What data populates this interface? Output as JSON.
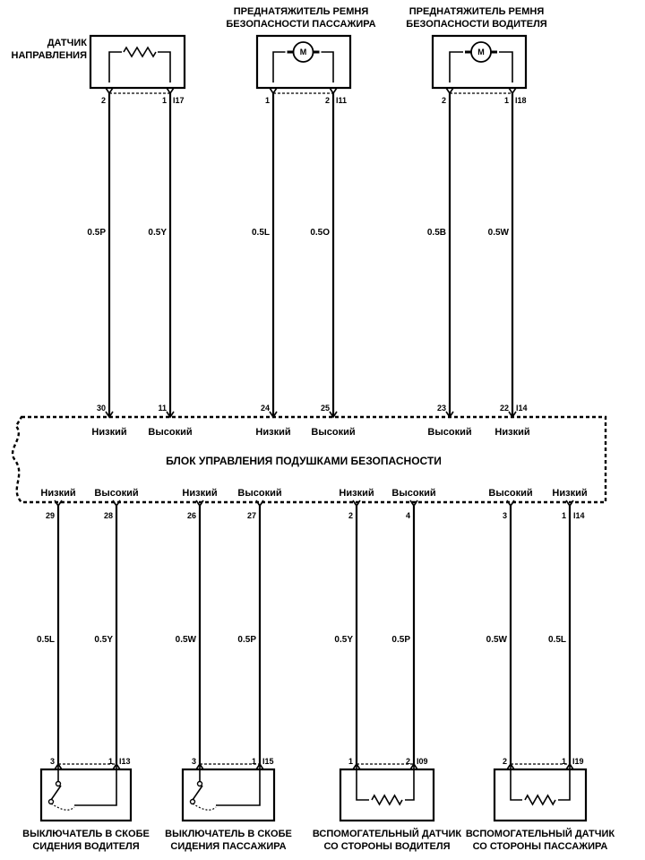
{
  "ecu": {
    "title": "БЛОК УПРАВЛЕНИЯ ПОДУШКАМИ БЕЗОПАСНОСТИ"
  },
  "top_components": [
    {
      "id": "direction-sensor",
      "label_lines": [
        "ДАТЧИК",
        "НАПРАВЛЕНИЯ"
      ],
      "symbol": "resistor-icon",
      "connector": "I17",
      "pins": [
        "2",
        "1"
      ],
      "wires": [
        "0.5P",
        "0.5Y"
      ],
      "ecu_pins": [
        "30",
        "11"
      ],
      "levels": [
        "Низкий",
        "Высокий"
      ],
      "ecu_connector": ""
    },
    {
      "id": "passenger-pretensioner",
      "label_lines": [
        "ПРЕДНАТЯЖИТЕЛЬ РЕМНЯ",
        "БЕЗОПАСНОСТИ ПАССАЖИРА"
      ],
      "symbol": "motor-icon",
      "motor_letter": "M",
      "connector": "I11",
      "pins": [
        "1",
        "2"
      ],
      "wires": [
        "0.5L",
        "0.5O"
      ],
      "ecu_pins": [
        "24",
        "25"
      ],
      "levels": [
        "Низкий",
        "Высокий"
      ],
      "ecu_connector": ""
    },
    {
      "id": "driver-pretensioner",
      "label_lines": [
        "ПРЕДНАТЯЖИТЕЛЬ РЕМНЯ",
        "БЕЗОПАСНОСТИ ВОДИТЕЛЯ"
      ],
      "symbol": "motor-icon",
      "motor_letter": "M",
      "connector": "I18",
      "pins": [
        "2",
        "1"
      ],
      "wires": [
        "0.5B",
        "0.5W"
      ],
      "ecu_pins": [
        "23",
        "22"
      ],
      "levels": [
        "Высокий",
        "Низкий"
      ],
      "ecu_connector": "I14"
    }
  ],
  "bottom_components": [
    {
      "id": "driver-seat-buckle-switch",
      "label_lines": [
        "ВЫКЛЮЧАТЕЛЬ В СКОБЕ",
        "СИДЕНИЯ ВОДИТЕЛЯ"
      ],
      "symbol": "switch-icon",
      "connector": "I13",
      "pins": [
        "3",
        "1"
      ],
      "wires": [
        "0.5L",
        "0.5Y"
      ],
      "ecu_pins": [
        "29",
        "28"
      ],
      "levels": [
        "Низкий",
        "Высокий"
      ],
      "ecu_connector": ""
    },
    {
      "id": "passenger-seat-buckle-switch",
      "label_lines": [
        "ВЫКЛЮЧАТЕЛЬ В СКОБЕ",
        "СИДЕНИЯ ПАССАЖИРА"
      ],
      "symbol": "switch-icon",
      "connector": "I15",
      "pins": [
        "3",
        "1"
      ],
      "wires": [
        "0.5W",
        "0.5P"
      ],
      "ecu_pins": [
        "26",
        "27"
      ],
      "levels": [
        "Низкий",
        "Высокий"
      ],
      "ecu_connector": ""
    },
    {
      "id": "driver-side-satellite-sensor",
      "label_lines": [
        "ВСПОМОГАТЕЛЬНЫЙ ДАТЧИК",
        "СО СТОРОНЫ ВОДИТЕЛЯ"
      ],
      "symbol": "resistor-icon",
      "connector": "I09",
      "pins": [
        "1",
        "2"
      ],
      "wires": [
        "0.5Y",
        "0.5P"
      ],
      "ecu_pins": [
        "2",
        "4"
      ],
      "levels": [
        "Низкий",
        "Высокий"
      ],
      "ecu_connector": ""
    },
    {
      "id": "passenger-side-satellite-sensor",
      "label_lines": [
        "ВСПОМОГАТЕЛЬНЫЙ ДАТЧИК",
        "СО СТОРОНЫ ПАССАЖИРА"
      ],
      "symbol": "resistor-icon",
      "connector": "I19",
      "pins": [
        "2",
        "1"
      ],
      "wires": [
        "0.5W",
        "0.5L"
      ],
      "ecu_pins": [
        "3",
        "1"
      ],
      "levels": [
        "Высокий",
        "Низкий"
      ],
      "ecu_connector": "I14"
    }
  ]
}
